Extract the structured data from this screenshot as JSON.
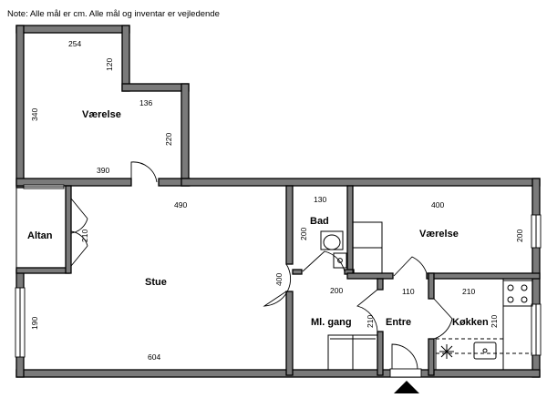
{
  "note": "Note: Alle mål er cm. Alle mål og inventar er vejledende",
  "rooms": {
    "vaerelse_1": "Værelse",
    "altan": "Altan",
    "stue": "Stue",
    "bad": "Bad",
    "vaerelse_2": "Værelse",
    "ml_gang": "Ml. gang",
    "entre": "Entre",
    "koekken": "Køkken"
  },
  "dimensions": {
    "v1_width": "254",
    "v1_step": "120",
    "v1_height": "340",
    "v1_notch": "136",
    "v1_right": "220",
    "v1_bottom": "390",
    "stue_top": "490",
    "altan_height": "210",
    "stue_height": "400",
    "stue_left": "190",
    "stue_bottom": "604",
    "bad_width": "130",
    "bad_height": "200",
    "gang_width": "200",
    "gang_height": "210",
    "entre_width": "110",
    "v2_width": "400",
    "v2_height": "200",
    "koekken_width": "210",
    "koekken_height": "210"
  }
}
